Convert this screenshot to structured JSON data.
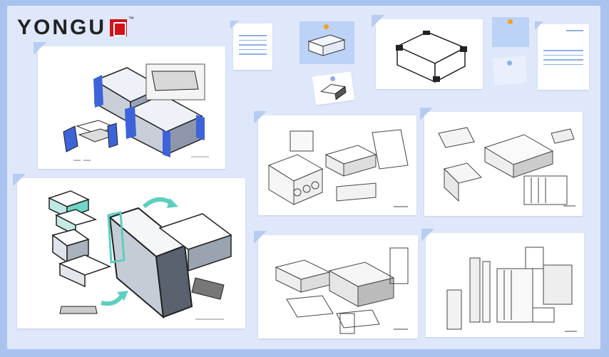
{
  "brand": {
    "name": "YONGU",
    "trademark": "™"
  },
  "colors": {
    "background": "#a9c2ee",
    "board": "#dfe8fa",
    "accent_blue": "#3d63d8",
    "accent_teal": "#5ccfc0",
    "pin_orange": "#f5a11c"
  },
  "icons": [
    "brand-logo-mark",
    "rotate-arrow-icon",
    "curved-arrow-icon",
    "push-pin"
  ]
}
